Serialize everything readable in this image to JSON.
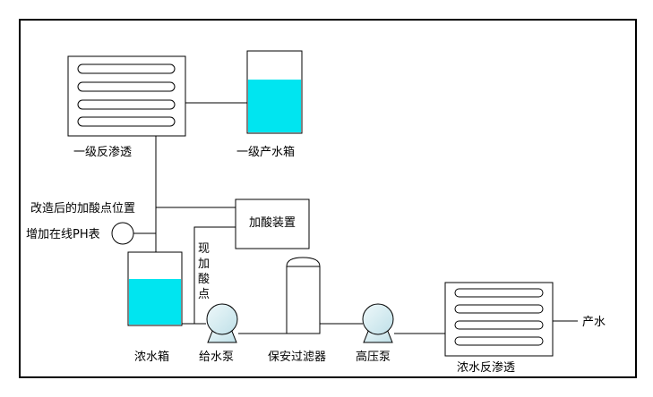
{
  "labels": {
    "ro1": "一级反渗透",
    "tank1": "一级产水箱",
    "new_dosing": "改造后的加酸点位置",
    "ph_meter": "增加在线PH表",
    "acid_unit": "加酸装置",
    "current_dosing": [
      "现",
      "加",
      "酸",
      "点"
    ],
    "conc_tank": "浓水箱",
    "feed_pump": "给水泵",
    "filter": "保安过滤器",
    "hp_pump": "高压泵",
    "ro2": "浓水反渗透",
    "product": "产水"
  },
  "colors": {
    "water": "#00e5f0",
    "pump": "#d5ecf1",
    "line": "#000000"
  }
}
